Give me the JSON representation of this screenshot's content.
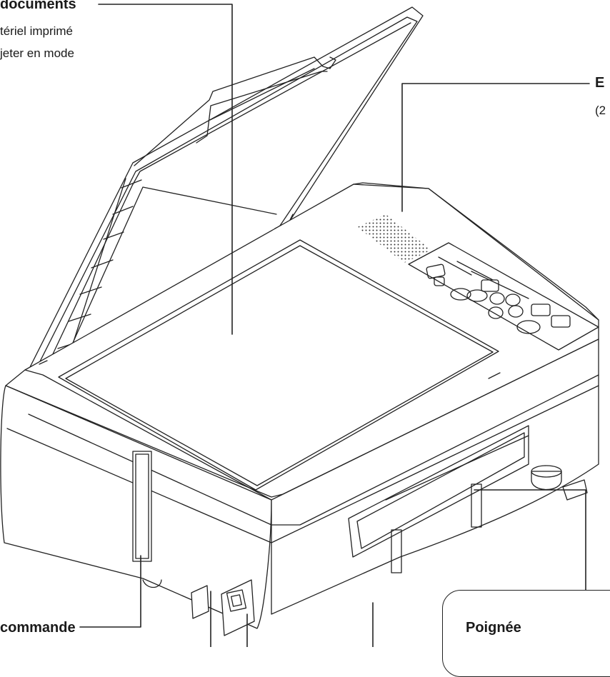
{
  "labels": {
    "documents_title": "documents",
    "documents_line1": "tériel imprimé",
    "documents_line2": "jeter en mode",
    "speaker_title": "E",
    "speaker_sub": "(2",
    "remote_title": "commande",
    "handle_title": "Poignée"
  },
  "colors": {
    "line": "#222222",
    "fill": "#ffffff"
  }
}
